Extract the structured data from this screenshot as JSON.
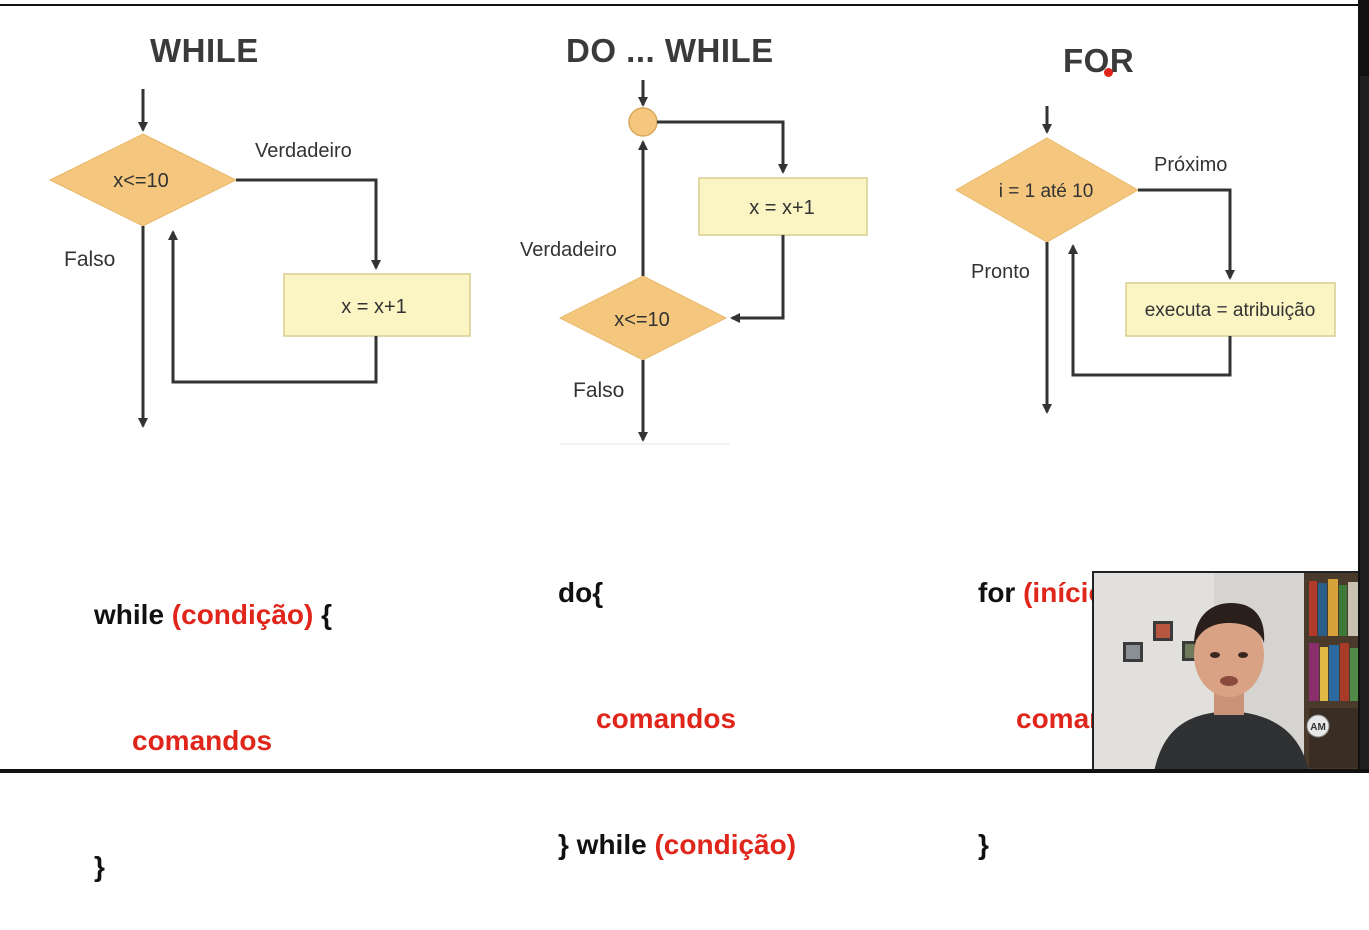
{
  "titles": {
    "while": "WHILE",
    "do_while": "DO ... WHILE",
    "for": "FOR"
  },
  "while_diagram": {
    "condition": "x<=10",
    "true_label": "Verdadeiro",
    "false_label": "Falso",
    "action": "x = x+1"
  },
  "do_while_diagram": {
    "action": "x = x+1",
    "condition": "x<=10",
    "true_label": "Verdadeiro",
    "false_label": "Falso"
  },
  "for_diagram": {
    "condition": "i = 1 até 10",
    "next_label": "Próximo",
    "done_label": "Pronto",
    "action": "executa = atribuição"
  },
  "code": {
    "while": {
      "keyword": "while",
      "condition": "(condição)",
      "open": "{",
      "body": "comandos",
      "close": "}"
    },
    "do_while": {
      "open": "do{",
      "body": "comandos",
      "close_while": "} while",
      "condition": "(condição)"
    },
    "for": {
      "keyword": "for",
      "params": "(início ; final ; passo)",
      "open": "{",
      "body": "comandos",
      "close": "}"
    }
  },
  "colors": {
    "diamond_fill": "#f5c77e",
    "box_fill": "#fbf5c4",
    "box_stroke": "#d9cd8f",
    "arrow": "#333333",
    "code_red": "#e0251b",
    "title_gray": "#3a3a3a"
  },
  "webcam": {
    "badge": "AM"
  }
}
